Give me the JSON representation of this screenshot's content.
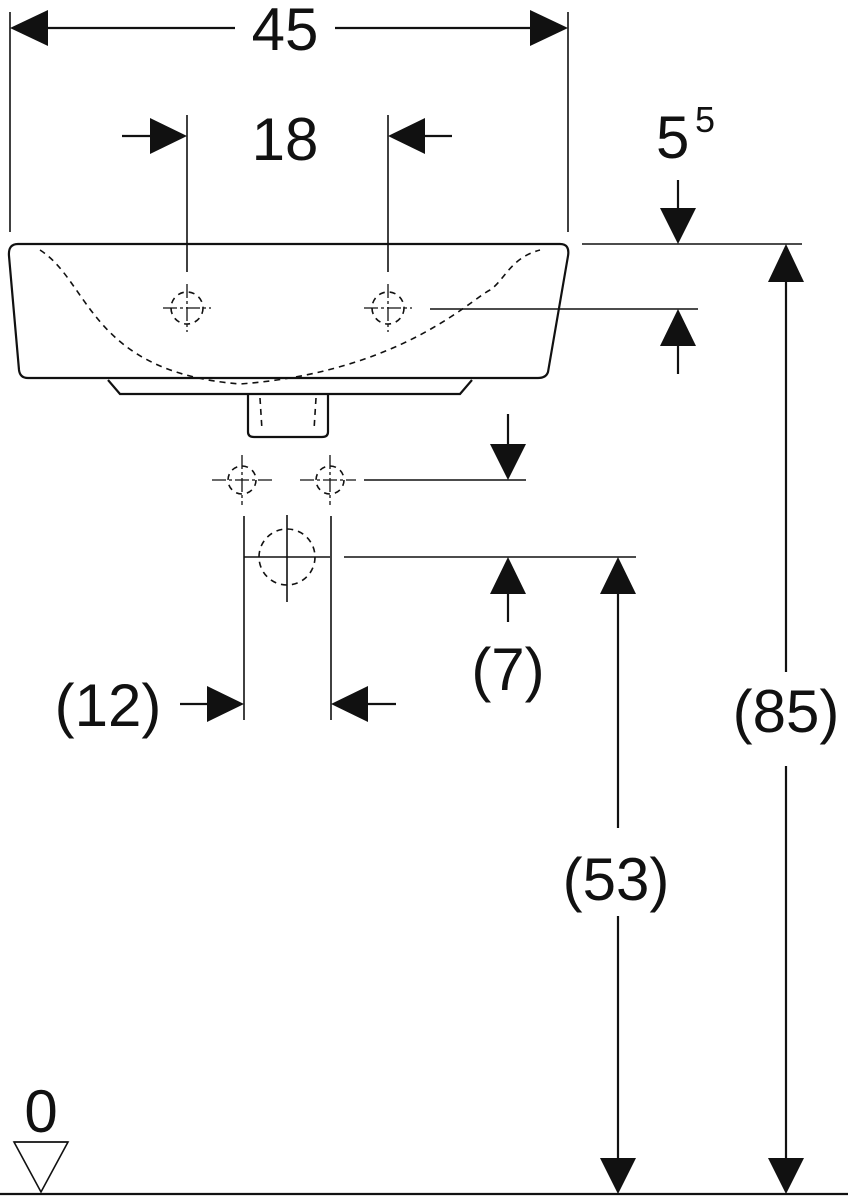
{
  "diagram": {
    "dimensions": {
      "width": "45",
      "tap_spacing": "18",
      "rim_to_tap_main": "5",
      "rim_to_tap_sup": "5",
      "waste_spacing": "(12)",
      "waste_drop": "(7)",
      "waste_height": "(53)",
      "rim_height": "(85)",
      "floor_level": "0"
    }
  }
}
